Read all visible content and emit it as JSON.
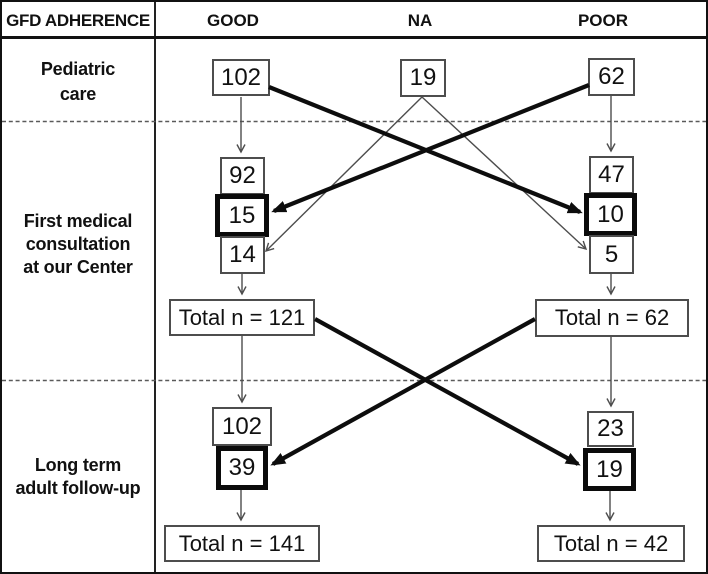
{
  "figure": {
    "corner_header": "GFD ADHERENCE",
    "column_headers": {
      "good": "GOOD",
      "na": "NA",
      "poor": "POOR"
    },
    "row_labels": {
      "pediatric": "Pediatric\ncare",
      "first_consultation": "First medical\nconsultation\nat our Center",
      "long_term": "Long term\nadult follow-up"
    },
    "nodes": {
      "ped_good": "102",
      "ped_na": "19",
      "ped_poor": "62",
      "fmc_good_continued": "92",
      "fmc_good_switched_in": "15",
      "fmc_good_from_na": "14",
      "fmc_poor_continued": "47",
      "fmc_poor_switched_in": "10",
      "fmc_poor_from_na": "5",
      "fmc_good_total": "Total n = 121",
      "fmc_poor_total": "Total n  = 62",
      "lt_good_continued": "102",
      "lt_good_switched_in": "39",
      "lt_poor_continued": "23",
      "lt_poor_switched_in": "19",
      "lt_good_total": "Total n = 141",
      "lt_poor_total": "Total n = 42"
    },
    "flows": [
      {
        "from": "ped_good",
        "to": "fmc_good_continued",
        "weight": "thin"
      },
      {
        "from": "ped_good",
        "to": "fmc_poor_switched_in",
        "weight": "thick"
      },
      {
        "from": "ped_na",
        "to": "fmc_good_from_na",
        "weight": "thin"
      },
      {
        "from": "ped_na",
        "to": "fmc_poor_from_na",
        "weight": "thin"
      },
      {
        "from": "ped_poor",
        "to": "fmc_poor_continued",
        "weight": "thin"
      },
      {
        "from": "ped_poor",
        "to": "fmc_good_switched_in",
        "weight": "thick"
      },
      {
        "from": "fmc_good_from_na",
        "to": "fmc_good_total",
        "weight": "thin"
      },
      {
        "from": "fmc_poor_from_na",
        "to": "fmc_poor_total",
        "weight": "thin"
      },
      {
        "from": "fmc_good_total",
        "to": "lt_good_continued",
        "weight": "thin"
      },
      {
        "from": "fmc_good_total",
        "to": "lt_poor_switched_in",
        "weight": "thick"
      },
      {
        "from": "fmc_poor_total",
        "to": "lt_poor_continued",
        "weight": "thin"
      },
      {
        "from": "fmc_poor_total",
        "to": "lt_good_switched_in",
        "weight": "thick"
      },
      {
        "from": "lt_good_switched_in",
        "to": "lt_good_total",
        "weight": "thin"
      },
      {
        "from": "lt_poor_switched_in",
        "to": "lt_poor_total",
        "weight": "thin"
      }
    ],
    "colors": {
      "line": "#111111",
      "thin_arrow": "#4d4d4d",
      "thick_arrow": "#0d0d0d",
      "background": "#ffffff"
    }
  }
}
